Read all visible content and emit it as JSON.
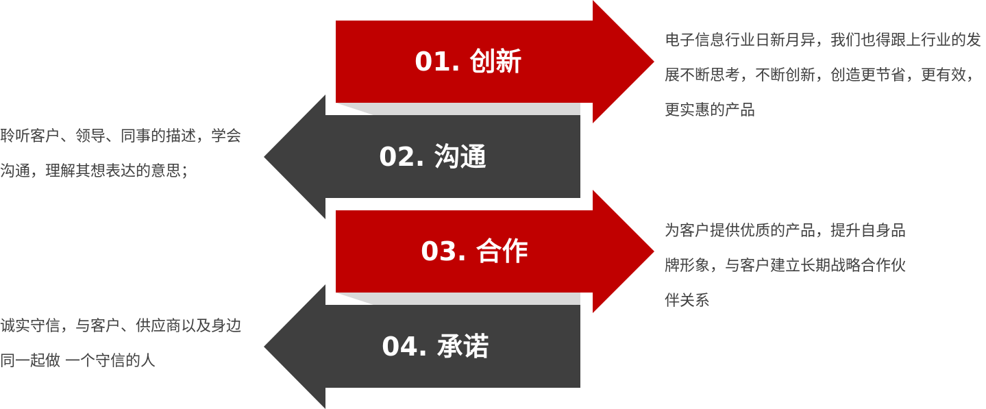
{
  "colors": {
    "red": "#c00000",
    "dark": "#3f3f3f",
    "shadow": "#d9d9d9",
    "text": "#404040"
  },
  "steps": [
    {
      "label": "01. 创新",
      "text": "电子信息行业日新月异，我们也得跟上行业的发展不断思考，不断创新，创造更节省，更有效，更实惠的产品"
    },
    {
      "label": "02. 沟通",
      "text": "聆听客户、领导、同事的描述，学会沟通，理解其想表达的意思；"
    },
    {
      "label": "03. 合作",
      "text": "为客户提供优质的产品，提升自身品牌形象，与客户建立长期战略合作伙伴关系"
    },
    {
      "label": "04. 承诺",
      "text": "诚实守信，与客户、供应商以及身边同一起做 一个守信的人"
    }
  ]
}
